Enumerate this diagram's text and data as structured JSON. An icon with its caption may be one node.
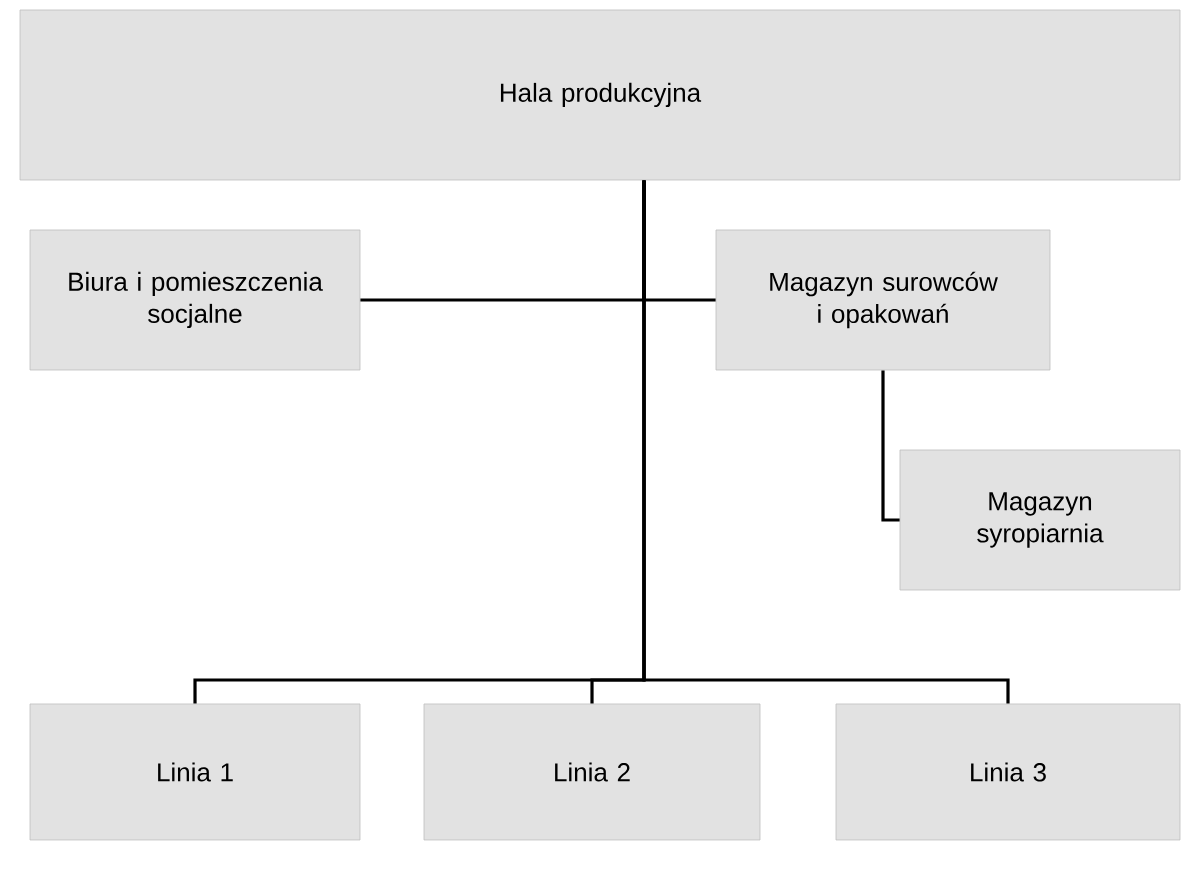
{
  "diagram": {
    "nodes": [
      {
        "text": [
          "Hala produkcyjna"
        ]
      },
      {
        "text": [
          "Biura i pomieszczenia socjalne"
        ]
      },
      {
        "text": [
          "Magazyn surowców i opakowań"
        ]
      },
      {
        "text": [
          "Magazyn syropiarnia"
        ]
      },
      {
        "text": [
          "Linia 1"
        ]
      },
      {
        "text": [
          "Linia 2"
        ]
      },
      {
        "text": [
          "Linia 3"
        ]
      }
    ],
    "edges": [
      {
        "from": 0,
        "to": 1,
        "arrow": "none"
      },
      {
        "from": 0,
        "to": 2,
        "arrow": "none"
      },
      {
        "from": 2,
        "to": 3,
        "arrow": "none"
      },
      {
        "from": 0,
        "to": 4,
        "arrow": "none"
      },
      {
        "from": 0,
        "to": 5,
        "arrow": "none"
      },
      {
        "from": 0,
        "to": 6,
        "arrow": "none"
      }
    ]
  }
}
